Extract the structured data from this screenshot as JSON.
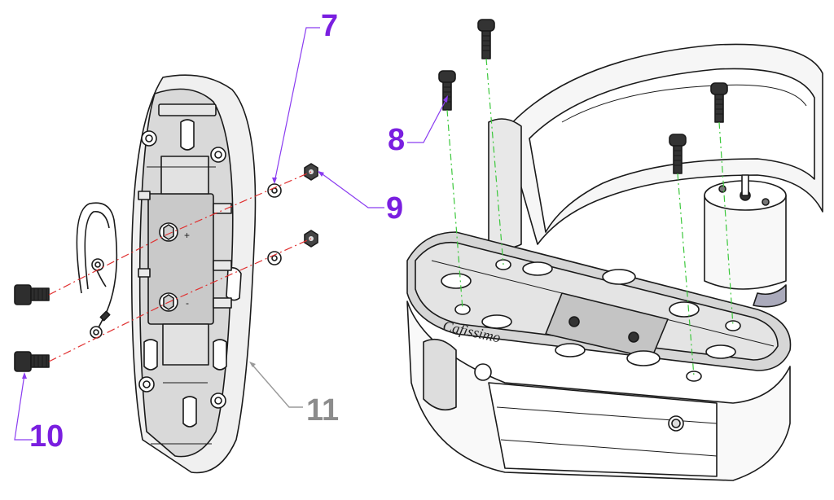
{
  "callouts": {
    "part_7": "7",
    "part_8": "8",
    "part_9": "9",
    "part_10": "10",
    "part_11": "11",
    "plus_mark": "+",
    "minus_mark": "-"
  },
  "brand": {
    "logo_text": "Cafissimo"
  },
  "colors": {
    "callout_purple": "#7a1fe0",
    "callout_gray": "#8c8c8c",
    "axis_red": "#e03030",
    "axis_green": "#3cc83c",
    "plate_fill": "#d6d6d6",
    "body_fill": "#f4f4f4"
  }
}
